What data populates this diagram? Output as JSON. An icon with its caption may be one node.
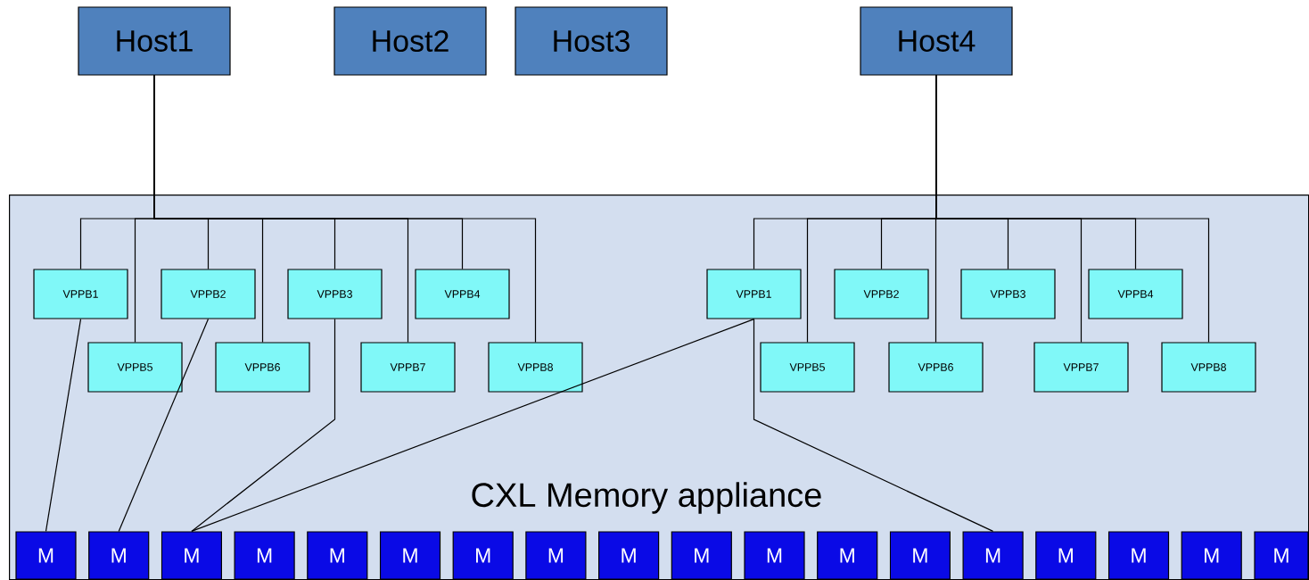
{
  "diagram": {
    "nodes": [
      {
        "text": [
          "Host1"
        ]
      },
      {
        "text": [
          "Host2"
        ]
      },
      {
        "text": [
          "Host3"
        ]
      },
      {
        "text": [
          "Host4"
        ]
      },
      {
        "text": [
          "CXL Memory appliance"
        ]
      },
      {
        "text": [
          "VPPB1"
        ],
        "in": 4
      },
      {
        "text": [
          "VPPB2"
        ],
        "in": 4
      },
      {
        "text": [
          "VPPB3"
        ],
        "in": 4
      },
      {
        "text": [
          "VPPB4"
        ],
        "in": 4
      },
      {
        "text": [
          "VPPB5"
        ],
        "in": 4
      },
      {
        "text": [
          "VPPB6"
        ],
        "in": 4
      },
      {
        "text": [
          "VPPB7"
        ],
        "in": 4
      },
      {
        "text": [
          "VPPB8"
        ],
        "in": 4
      },
      {
        "text": [
          "VPPB1"
        ],
        "in": 4
      },
      {
        "text": [
          "VPPB2"
        ],
        "in": 4
      },
      {
        "text": [
          "VPPB3"
        ],
        "in": 4
      },
      {
        "text": [
          "VPPB4"
        ],
        "in": 4
      },
      {
        "text": [
          "VPPB5"
        ],
        "in": 4
      },
      {
        "text": [
          "VPPB6"
        ],
        "in": 4
      },
      {
        "text": [
          "VPPB7"
        ],
        "in": 4
      },
      {
        "text": [
          "VPPB8"
        ],
        "in": 4
      },
      {
        "text": [
          "M"
        ],
        "in": 4
      },
      {
        "text": [
          "M"
        ],
        "in": 4
      },
      {
        "text": [
          "M"
        ],
        "in": 4
      },
      {
        "text": [
          "M"
        ],
        "in": 4
      },
      {
        "text": [
          "M"
        ],
        "in": 4
      },
      {
        "text": [
          "M"
        ],
        "in": 4
      },
      {
        "text": [
          "M"
        ],
        "in": 4
      },
      {
        "text": [
          "M"
        ],
        "in": 4
      },
      {
        "text": [
          "M"
        ],
        "in": 4
      },
      {
        "text": [
          "M"
        ],
        "in": 4
      },
      {
        "text": [
          "M"
        ],
        "in": 4
      },
      {
        "text": [
          "M"
        ],
        "in": 4
      },
      {
        "text": [
          "M"
        ],
        "in": 4
      },
      {
        "text": [
          "M"
        ],
        "in": 4
      },
      {
        "text": [
          "M"
        ],
        "in": 4
      },
      {
        "text": [
          "M"
        ],
        "in": 4
      },
      {
        "text": [
          "M"
        ],
        "in": 4
      },
      {
        "text": [
          "M"
        ],
        "in": 4
      }
    ],
    "edges": [
      {
        "from": 0,
        "to": 5,
        "arrow": "none"
      },
      {
        "from": 0,
        "to": 6,
        "arrow": "none"
      },
      {
        "from": 0,
        "to": 7,
        "arrow": "none"
      },
      {
        "from": 0,
        "to": 8,
        "arrow": "none"
      },
      {
        "from": 0,
        "to": 9,
        "arrow": "none"
      },
      {
        "from": 0,
        "to": 10,
        "arrow": "none"
      },
      {
        "from": 0,
        "to": 11,
        "arrow": "none"
      },
      {
        "from": 0,
        "to": 12,
        "arrow": "none"
      },
      {
        "from": 3,
        "to": 13,
        "arrow": "none"
      },
      {
        "from": 3,
        "to": 14,
        "arrow": "none"
      },
      {
        "from": 3,
        "to": 15,
        "arrow": "none"
      },
      {
        "from": 3,
        "to": 16,
        "arrow": "none"
      },
      {
        "from": 3,
        "to": 17,
        "arrow": "none"
      },
      {
        "from": 3,
        "to": 18,
        "arrow": "none"
      },
      {
        "from": 3,
        "to": 19,
        "arrow": "none"
      },
      {
        "from": 3,
        "to": 20,
        "arrow": "none"
      },
      {
        "from": 5,
        "to": 21,
        "arrow": "none"
      },
      {
        "from": 6,
        "to": 22,
        "arrow": "none"
      },
      {
        "from": 7,
        "to": 23,
        "arrow": "none"
      },
      {
        "from": 13,
        "to": 23,
        "arrow": "none"
      },
      {
        "from": 13,
        "to": 34,
        "arrow": "none"
      }
    ]
  }
}
